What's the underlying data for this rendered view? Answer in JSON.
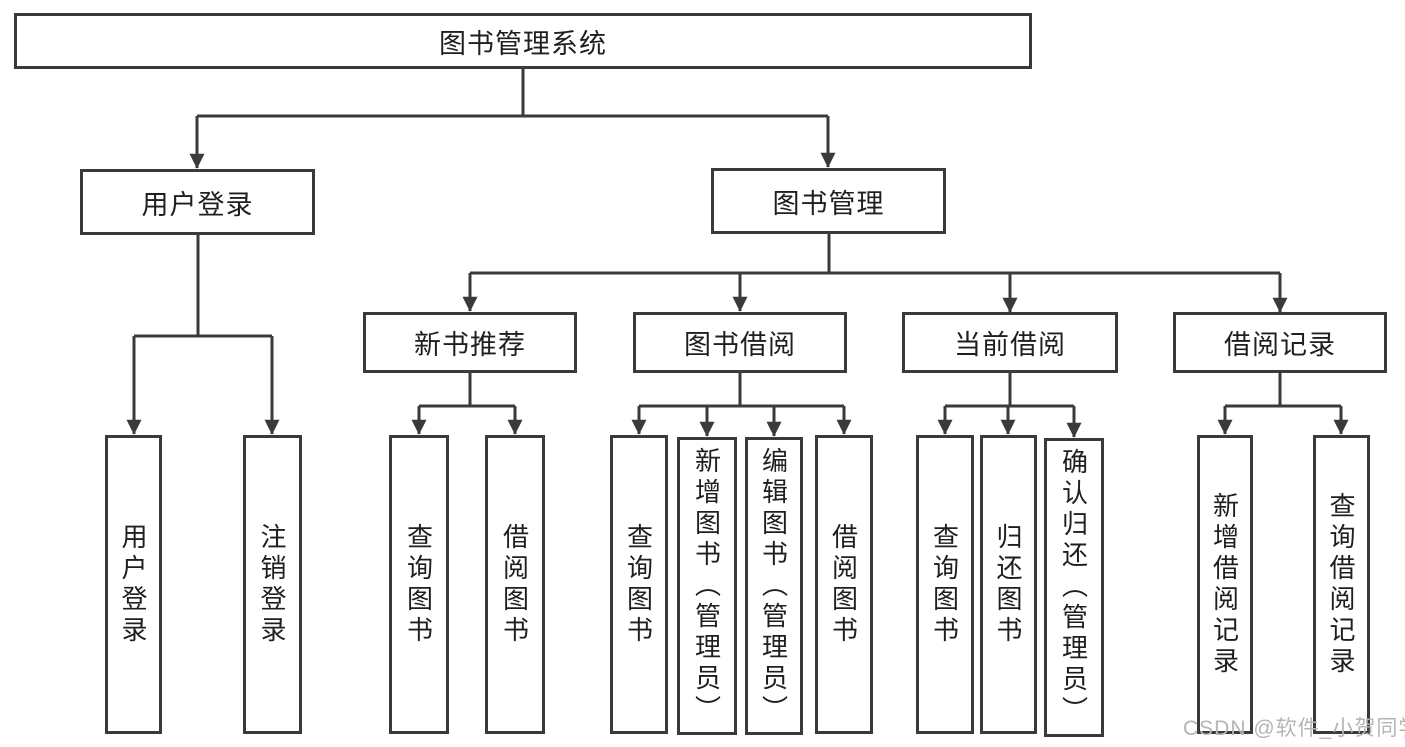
{
  "colors": {
    "line": "#3a3a3a",
    "box_border": "#3a3a3a",
    "text": "#1f1f1f",
    "watermark": "#b5b5b5",
    "background": "#ffffff"
  },
  "tree": {
    "label": "图书管理系统",
    "children": [
      {
        "label": "用户登录",
        "children": [
          {
            "label": "用户登录"
          },
          {
            "label": "注销登录"
          }
        ]
      },
      {
        "label": "图书管理",
        "children": [
          {
            "label": "新书推荐",
            "children": [
              {
                "label": "查询图书"
              },
              {
                "label": "借阅图书"
              }
            ]
          },
          {
            "label": "图书借阅",
            "children": [
              {
                "label": "查询图书"
              },
              {
                "label": "新增图书（管理员）"
              },
              {
                "label": "编辑图书（管理员）"
              },
              {
                "label": "借阅图书"
              }
            ]
          },
          {
            "label": "当前借阅",
            "children": [
              {
                "label": "查询图书"
              },
              {
                "label": "归还图书"
              },
              {
                "label": "确认归还（管理员）"
              }
            ]
          },
          {
            "label": "借阅记录",
            "children": [
              {
                "label": "新增借阅记录"
              },
              {
                "label": "查询借阅记录"
              }
            ]
          }
        ]
      }
    ]
  },
  "watermark": {
    "text": "CSDN @软件_小贺同学"
  }
}
